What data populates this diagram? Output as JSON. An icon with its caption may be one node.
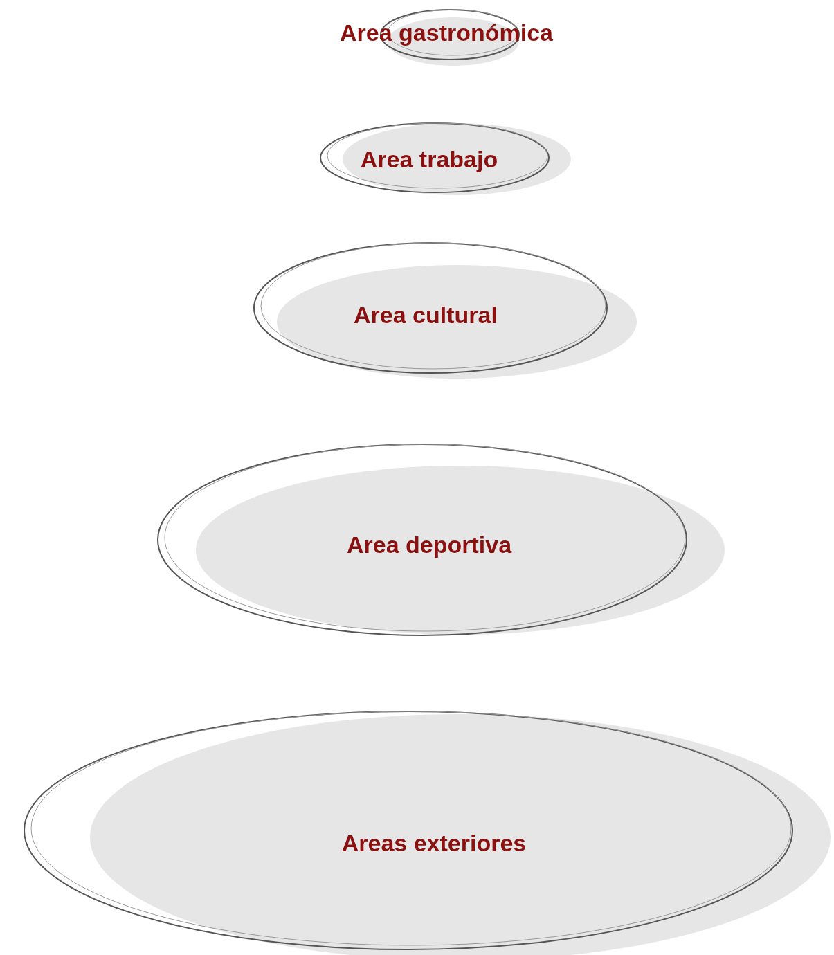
{
  "diagram": {
    "nodes": [
      {
        "text": [
          "Area gastronómica"
        ]
      },
      {
        "text": [
          "Area trabajo"
        ]
      },
      {
        "text": [
          "Area cultural"
        ]
      },
      {
        "text": [
          "Area deportiva"
        ]
      },
      {
        "text": [
          "Areas exteriores"
        ]
      }
    ]
  }
}
